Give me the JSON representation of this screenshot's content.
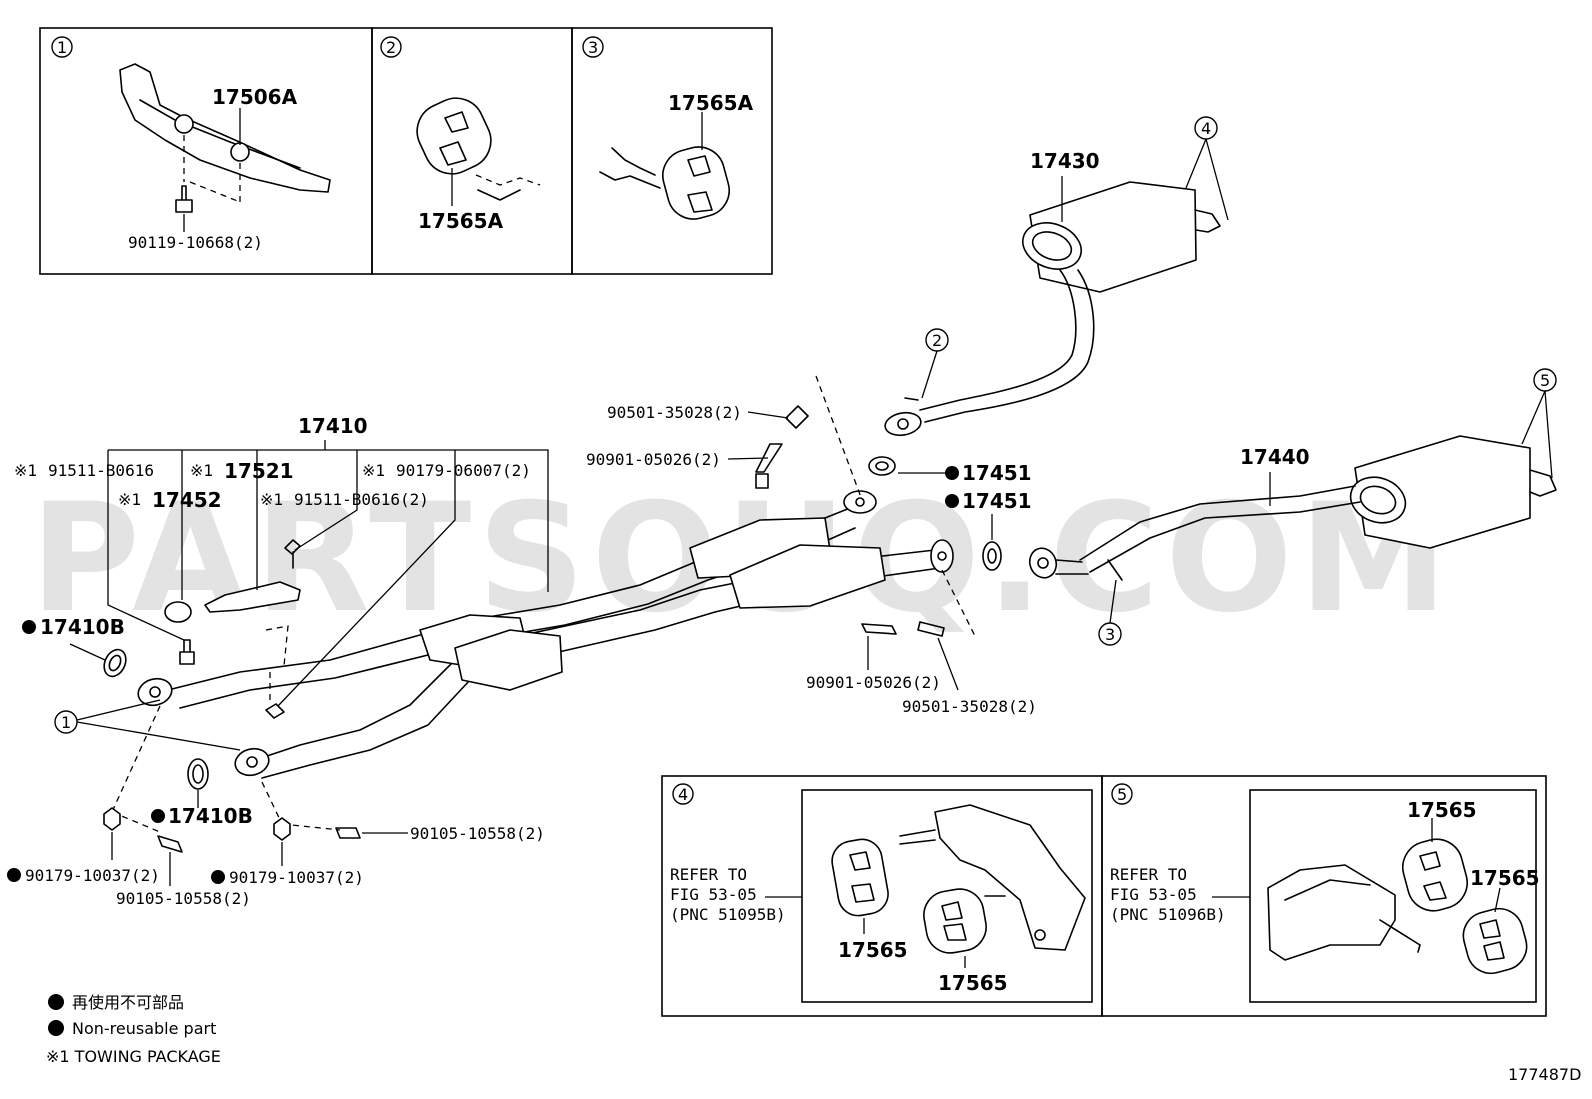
{
  "watermark": "PARTSOUQ.COM",
  "figure_id": "177487D",
  "callouts": [
    "1",
    "2",
    "3",
    "4",
    "5"
  ],
  "inset_box_1": {
    "part_number": "17506A",
    "bolt": "90119-10668(2)"
  },
  "inset_box_2": {
    "part_number": "17565A"
  },
  "inset_box_3": {
    "part_number": "17565A"
  },
  "main": {
    "muffler_front": "17430",
    "muffler_rear": "17440",
    "pipe_assembly": "17410",
    "towing_mark": "※1",
    "left_parts": {
      "p91511_left": "91511-B0616",
      "p17452": "17452",
      "p17521": "17521",
      "p91511_right": "91511-B0616(2)",
      "p90179_06007": "90179-06007(2)"
    },
    "gasket_17410B_top": "17410B",
    "gasket_17410B_bottom": "17410B",
    "gasket_17451_a": "17451",
    "gasket_17451_b": "17451",
    "spring_upper": "90501-35028(2)",
    "bolt_upper": "90901-05026(2)",
    "bolt_lower": "90901-05026(2)",
    "spring_lower": "90501-35028(2)",
    "bolt_90105_right": "90105-10558(2)",
    "nut_90179_left": "90179-10037(2)",
    "bolt_90105_bottom": "90105-10558(2)",
    "nut_90179_mid": "90179-10037(2)"
  },
  "inset_box_4": {
    "refer_line1": "REFER TO",
    "refer_line2": "FIG 53-05",
    "refer_line3": "(PNC 51095B)",
    "hanger_a": "17565",
    "hanger_b": "17565"
  },
  "inset_box_5": {
    "refer_line1": "REFER TO",
    "refer_line2": "FIG 53-05",
    "refer_line3": "(PNC 51096B)",
    "hanger_a": "17565",
    "hanger_b": "17565"
  },
  "legend": {
    "non_reusable_jp": "再使用不可部品",
    "non_reusable_en": "Non-reusable part",
    "towing_note": "※1  TOWING PACKAGE"
  }
}
